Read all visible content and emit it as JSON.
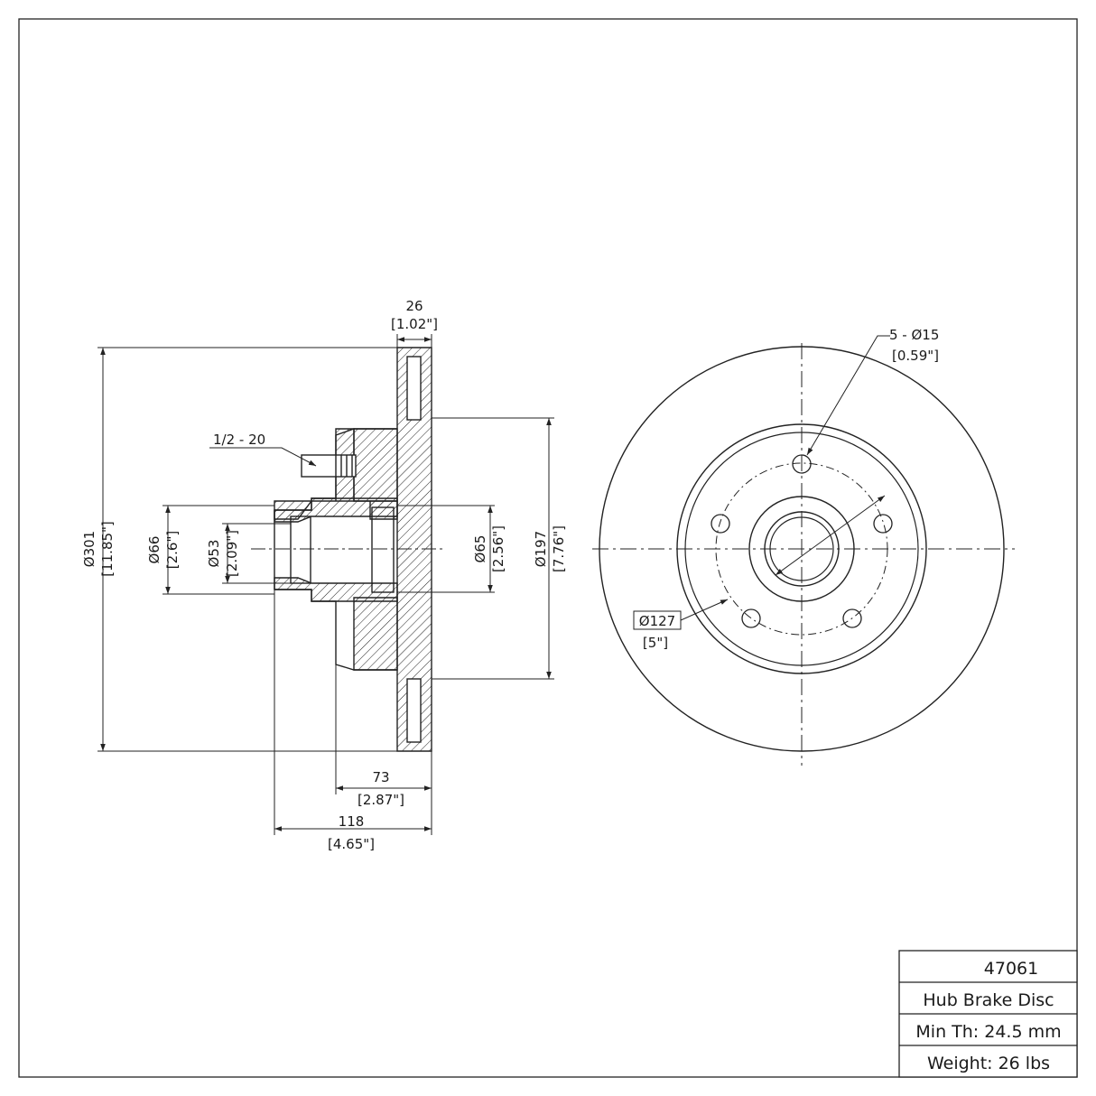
{
  "side_view": {
    "thickness": {
      "mm": "26",
      "in": "[1.02\"]"
    },
    "stud_thread": "1/2 - 20",
    "outer_diameter": {
      "mm": "Ø301",
      "in": "[11.85\"]"
    },
    "bore_outer": {
      "mm": "Ø66",
      "in": "[2.6\"]"
    },
    "bore_inner": {
      "mm": "Ø53",
      "in": "[2.09\"]"
    },
    "bore_rear": {
      "mm": "Ø65",
      "in": "[2.56\"]"
    },
    "hat_diameter": {
      "mm": "Ø197",
      "in": "[7.76\"]"
    },
    "hub_length": {
      "mm": "73",
      "in": "[2.87\"]"
    },
    "overall_height": {
      "mm": "118",
      "in": "[4.65\"]"
    }
  },
  "front_view": {
    "bolt_holes": {
      "mm": "5 - Ø15",
      "in": "[0.59\"]"
    },
    "bolt_circle": {
      "mm": "Ø127",
      "in": "[5\"]"
    }
  },
  "title_block": {
    "part_number": "47061",
    "description": "Hub Brake Disc",
    "min_thickness": "Min Th: 24.5 mm",
    "weight": "Weight: 26 lbs"
  }
}
